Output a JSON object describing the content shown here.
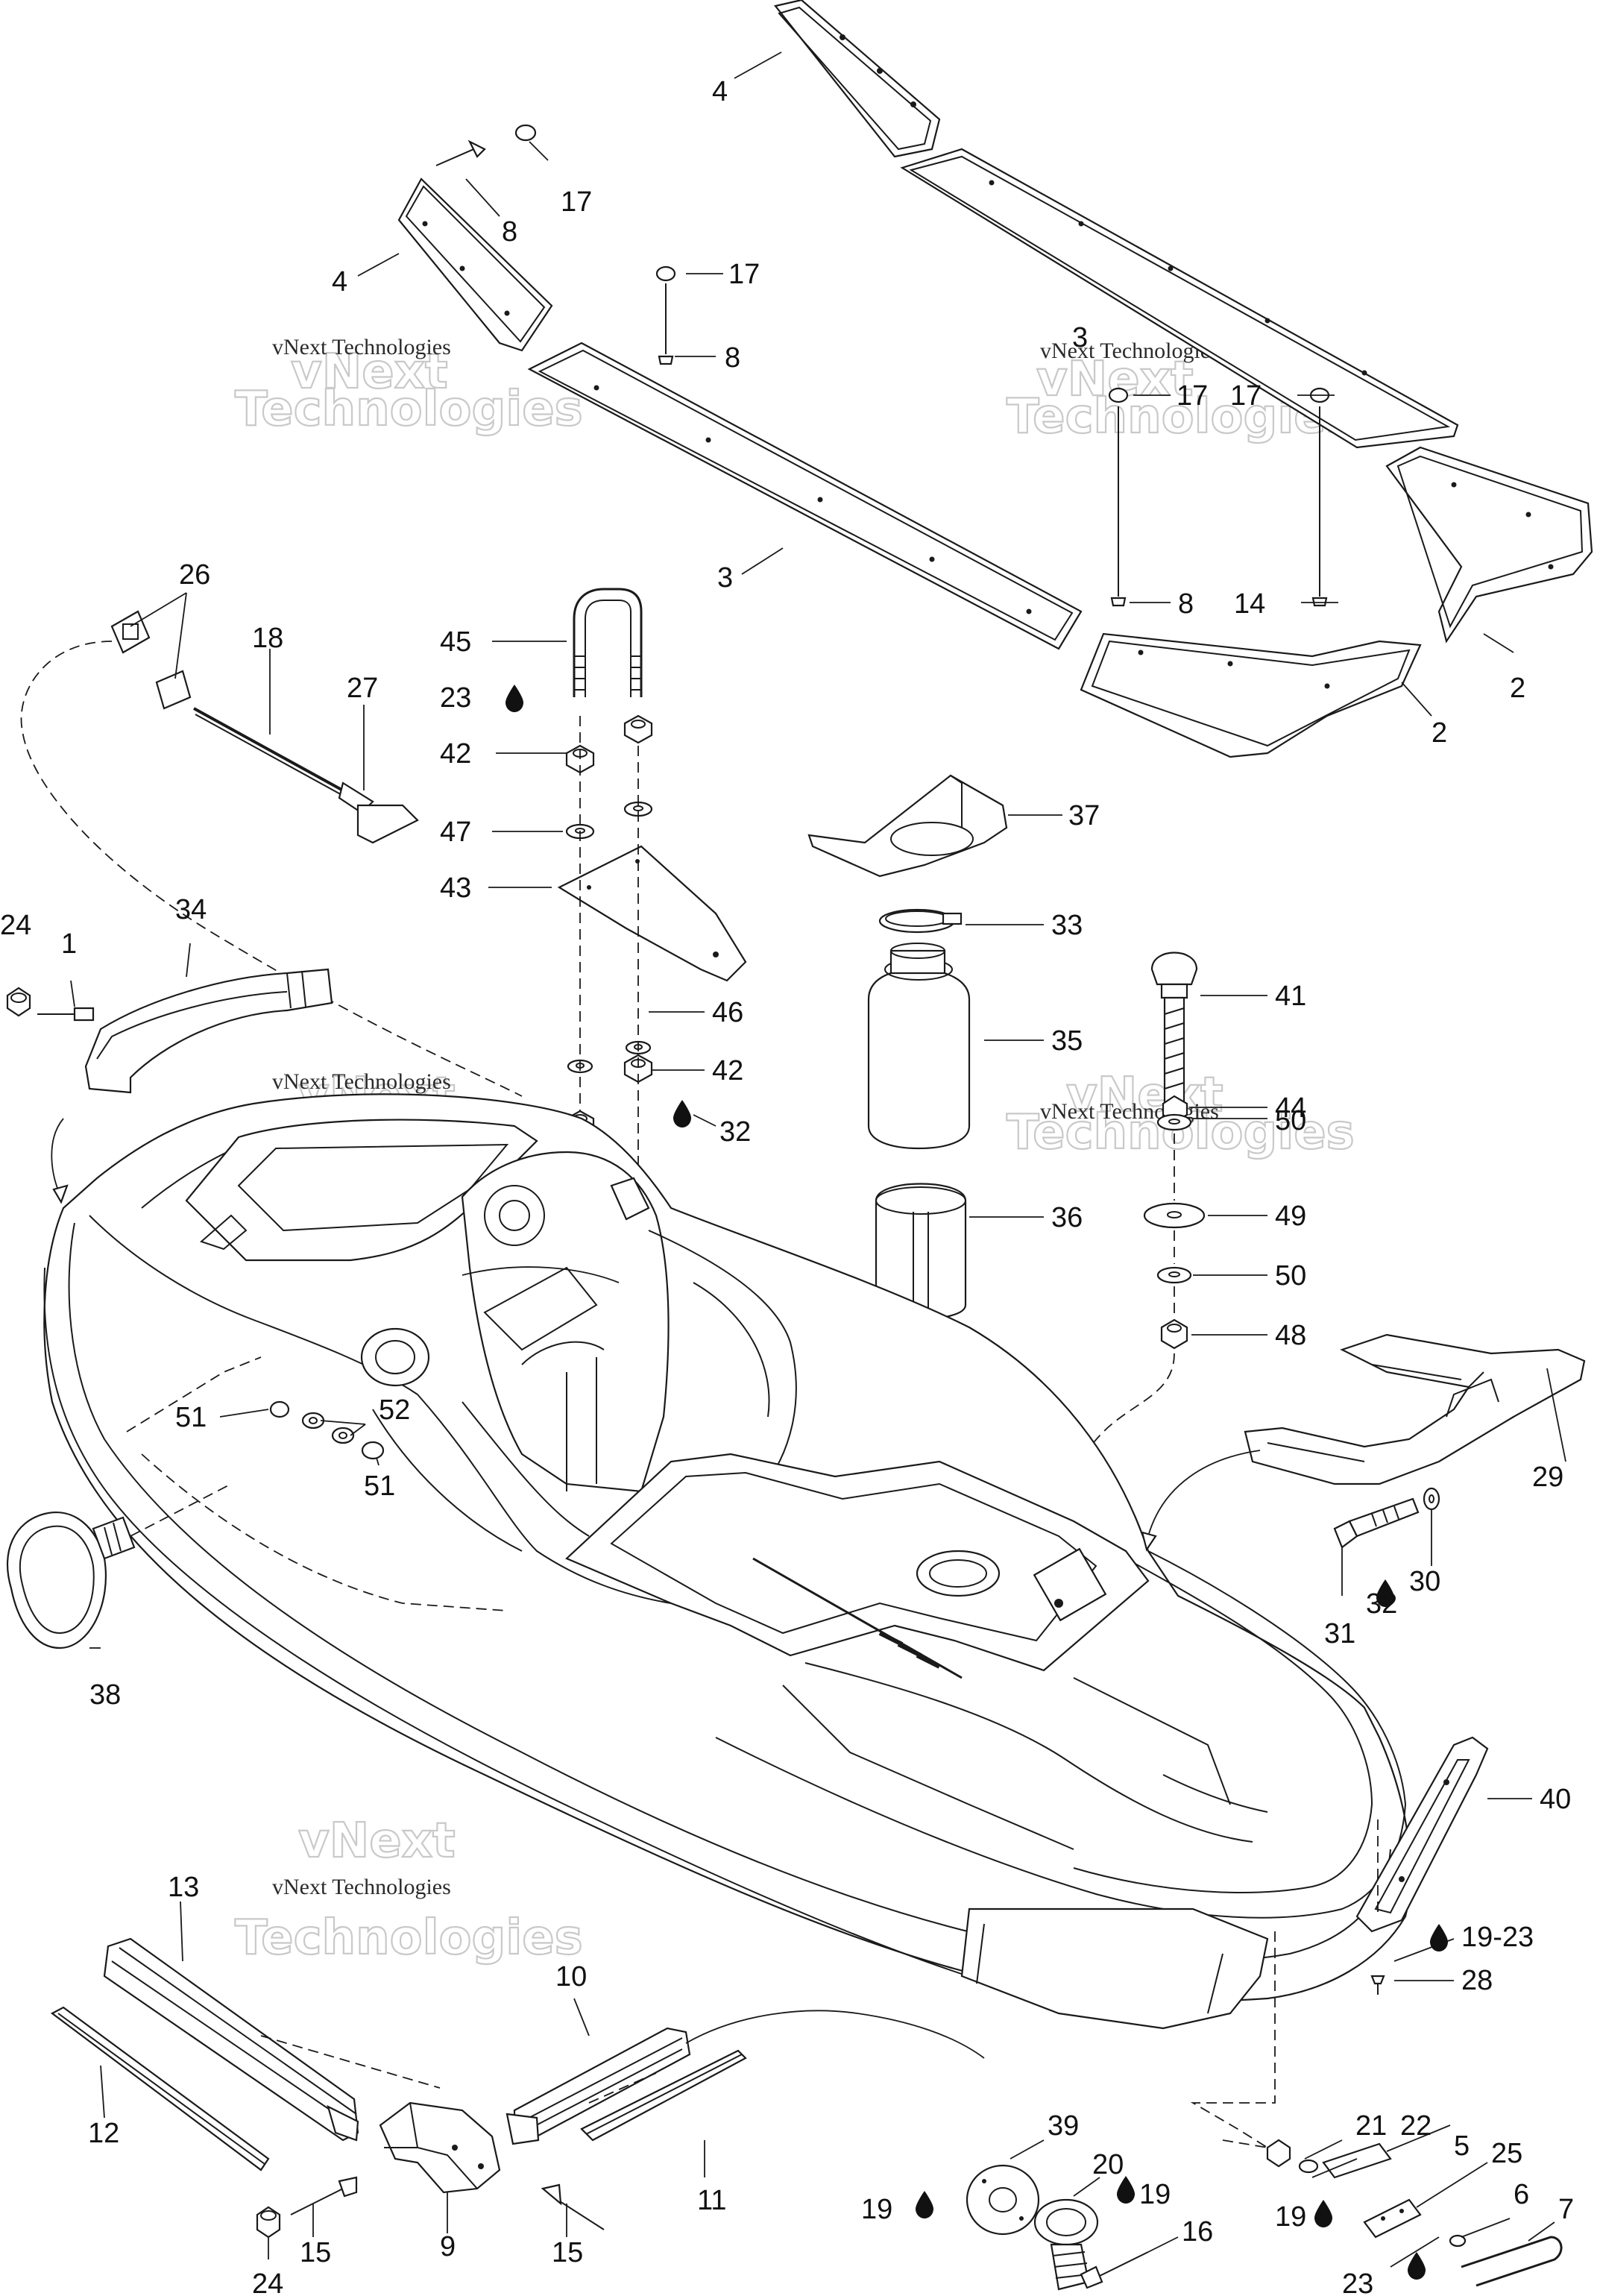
{
  "watermark": {
    "line1": "vNext Technologies",
    "line2": "Technologies",
    "ghost": "vNext"
  },
  "callouts": [
    {
      "id": "c4a",
      "text": "4"
    },
    {
      "id": "c17a",
      "text": "17"
    },
    {
      "id": "c8a",
      "text": "8"
    },
    {
      "id": "c4b",
      "text": "4"
    },
    {
      "id": "c17b",
      "text": "17"
    },
    {
      "id": "c8b",
      "text": "8"
    },
    {
      "id": "c3a",
      "text": "3"
    },
    {
      "id": "c3b",
      "text": "3"
    },
    {
      "id": "c17c",
      "text": "17"
    },
    {
      "id": "c17d",
      "text": "17"
    },
    {
      "id": "c8c",
      "text": "8"
    },
    {
      "id": "c14",
      "text": "14"
    },
    {
      "id": "c2a",
      "text": "2"
    },
    {
      "id": "c2b",
      "text": "2"
    },
    {
      "id": "c26",
      "text": "26"
    },
    {
      "id": "c18",
      "text": "18"
    },
    {
      "id": "c27",
      "text": "27"
    },
    {
      "id": "c45",
      "text": "45"
    },
    {
      "id": "c23a",
      "text": "23"
    },
    {
      "id": "c42a",
      "text": "42"
    },
    {
      "id": "c47",
      "text": "47"
    },
    {
      "id": "c43",
      "text": "43"
    },
    {
      "id": "c46",
      "text": "46"
    },
    {
      "id": "c42b",
      "text": "42"
    },
    {
      "id": "c32a",
      "text": "32"
    },
    {
      "id": "c37",
      "text": "37"
    },
    {
      "id": "c33",
      "text": "33"
    },
    {
      "id": "c35",
      "text": "35"
    },
    {
      "id": "c36",
      "text": "36"
    },
    {
      "id": "c41",
      "text": "41"
    },
    {
      "id": "c44",
      "text": "44"
    },
    {
      "id": "c50a",
      "text": "50"
    },
    {
      "id": "c49",
      "text": "49"
    },
    {
      "id": "c50b",
      "text": "50"
    },
    {
      "id": "c48",
      "text": "48"
    },
    {
      "id": "c24a",
      "text": "24"
    },
    {
      "id": "c1",
      "text": "1"
    },
    {
      "id": "c34",
      "text": "34"
    },
    {
      "id": "c51a",
      "text": "51"
    },
    {
      "id": "c52",
      "text": "52"
    },
    {
      "id": "c51b",
      "text": "51"
    },
    {
      "id": "c38",
      "text": "38"
    },
    {
      "id": "c29",
      "text": "29"
    },
    {
      "id": "c30",
      "text": "30"
    },
    {
      "id": "c31",
      "text": "31"
    },
    {
      "id": "c32b",
      "text": "32"
    },
    {
      "id": "c40",
      "text": "40"
    },
    {
      "id": "c1923a",
      "text": "19-23"
    },
    {
      "id": "c28",
      "text": "28"
    },
    {
      "id": "c13",
      "text": "13"
    },
    {
      "id": "c12",
      "text": "12"
    },
    {
      "id": "c10",
      "text": "10"
    },
    {
      "id": "c11",
      "text": "11"
    },
    {
      "id": "c15a",
      "text": "15"
    },
    {
      "id": "c9",
      "text": "9"
    },
    {
      "id": "c15b",
      "text": "15"
    },
    {
      "id": "c24b",
      "text": "24"
    },
    {
      "id": "c39",
      "text": "39"
    },
    {
      "id": "c20",
      "text": "20"
    },
    {
      "id": "c19a",
      "text": "19"
    },
    {
      "id": "c19b",
      "text": "19"
    },
    {
      "id": "c16",
      "text": "16"
    },
    {
      "id": "c21",
      "text": "21"
    },
    {
      "id": "c22",
      "text": "22"
    },
    {
      "id": "c5",
      "text": "5"
    },
    {
      "id": "c25",
      "text": "25"
    },
    {
      "id": "c6",
      "text": "6"
    },
    {
      "id": "c7",
      "text": "7"
    },
    {
      "id": "c19c",
      "text": "19"
    },
    {
      "id": "c23b",
      "text": "23"
    }
  ]
}
